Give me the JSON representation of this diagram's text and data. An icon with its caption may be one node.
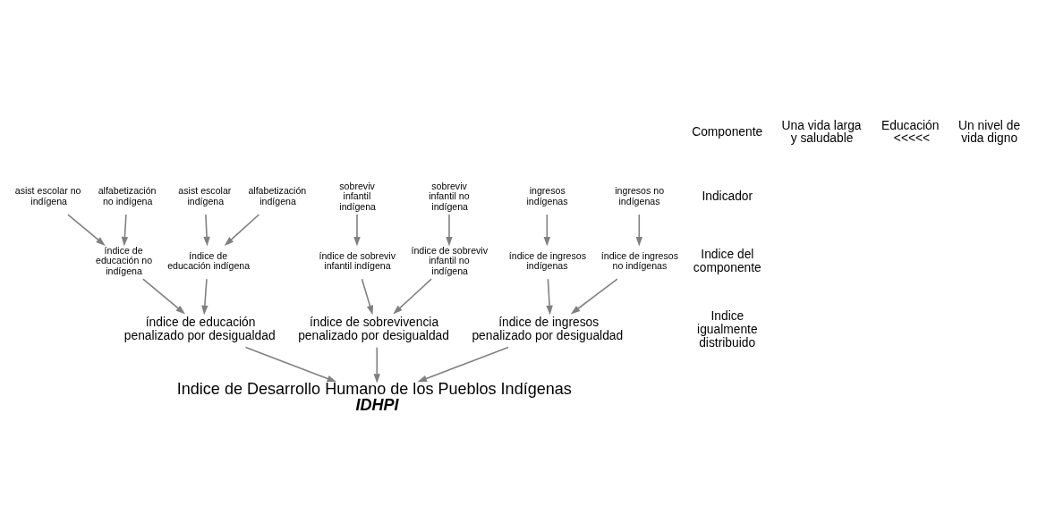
{
  "diagram": {
    "nodes": [
      {
        "text": [
          "sobreviv infantil indígena"
        ]
      },
      {
        "text": [
          "sobreviv infantil no indígena"
        ]
      },
      {
        "text": [
          "alfabetización indígena"
        ]
      },
      {
        "text": [
          "asist escolar indígena"
        ]
      },
      {
        "text": [
          "alfabetización no indígena"
        ]
      },
      {
        "text": [
          "asist escolar no indígena"
        ]
      },
      {
        "text": [
          "ingresos indígenas"
        ]
      },
      {
        "text": [
          "ingresos no indígenas"
        ]
      },
      {
        "text": [
          "índice de sobreviv infantil indígena"
        ]
      },
      {
        "text": [
          "índice de sobreviv infantil no indígena"
        ]
      },
      {
        "text": [
          "índice de educación indígena"
        ]
      },
      {
        "text": [
          "índice de educación no indígena"
        ]
      },
      {
        "text": [
          "índice de ingresos indígenas"
        ]
      },
      {
        "text": [
          "índice de ingresos no indígenas"
        ]
      },
      {
        "text": [
          "índice de sobrevivencia penalizado por desigualdad"
        ]
      },
      {
        "text": [
          "índice de educación penalizado por desigualdad"
        ]
      },
      {
        "text": [
          "índice de ingresos penalizado por desigualdad"
        ]
      },
      {
        "text": [
          "Indice de Desarrollo Humano de los Pueblos Indígenas",
          "IDHPI"
        ]
      }
    ],
    "edges": [
      {
        "from": 0,
        "to": 8,
        "arrow": "to"
      },
      {
        "from": 1,
        "to": 9,
        "arrow": "to"
      },
      {
        "from": 2,
        "to": 10,
        "arrow": "to"
      },
      {
        "from": 3,
        "to": 10,
        "arrow": "to"
      },
      {
        "from": 4,
        "to": 11,
        "arrow": "to"
      },
      {
        "from": 5,
        "to": 11,
        "arrow": "to"
      },
      {
        "from": 6,
        "to": 12,
        "arrow": "to"
      },
      {
        "from": 7,
        "to": 13,
        "arrow": "to"
      },
      {
        "from": 8,
        "to": 14,
        "arrow": "to"
      },
      {
        "from": 9,
        "to": 14,
        "arrow": "to"
      },
      {
        "from": 10,
        "to": 15,
        "arrow": "to"
      },
      {
        "from": 11,
        "to": 15,
        "arrow": "to"
      },
      {
        "from": 12,
        "to": 16,
        "arrow": "to"
      },
      {
        "from": 13,
        "to": 16,
        "arrow": "to"
      },
      {
        "from": 14,
        "to": 17,
        "arrow": "to"
      },
      {
        "from": 15,
        "to": 17,
        "arrow": "to"
      },
      {
        "from": 16,
        "to": 17,
        "arrow": "to"
      }
    ],
    "labels": [
      "Componente",
      "Una vida larga y saludable",
      "Educación <<<<<",
      "Un nivel de vida digno",
      "Indicador",
      "Indice del componente",
      "Indice igualmente distribuido"
    ]
  }
}
